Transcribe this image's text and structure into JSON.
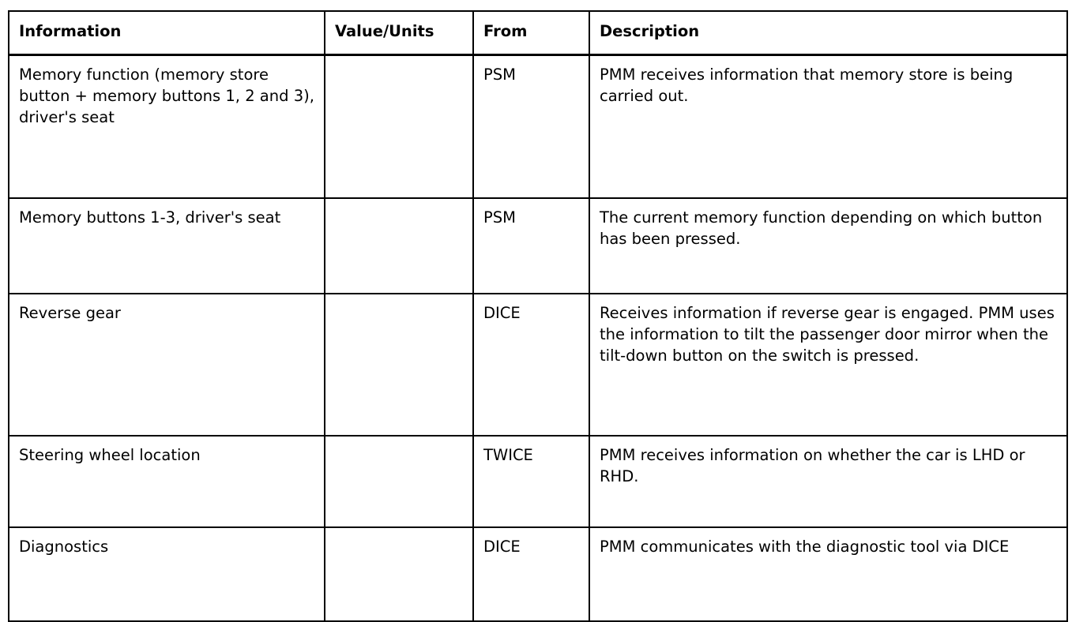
{
  "table": {
    "columns": [
      {
        "key": "information",
        "label": "Information"
      },
      {
        "key": "value_units",
        "label": "Value/Units"
      },
      {
        "key": "from",
        "label": "From"
      },
      {
        "key": "description",
        "label": "Description"
      }
    ],
    "rows": [
      {
        "information": "Memory function (memory store button + memory buttons 1, 2 and 3), driver's seat",
        "value_units": "",
        "from": "PSM",
        "description": "PMM receives information that memory store is being carried out."
      },
      {
        "information": "Memory buttons 1-3, driver's seat",
        "value_units": "",
        "from": "PSM",
        "description": "The current memory function depending on which button has been pressed."
      },
      {
        "information": "Reverse gear",
        "value_units": "",
        "from": "DICE",
        "description": "Receives information if reverse gear is engaged. PMM uses the information to tilt the passenger door mirror when the tilt-down button on the switch is pressed."
      },
      {
        "information": "Steering wheel location",
        "value_units": "",
        "from": "TWICE",
        "description": "PMM receives information on whether the car is LHD or RHD."
      },
      {
        "information": "Diagnostics",
        "value_units": "",
        "from": "DICE",
        "description": "PMM communicates with the diagnostic tool via DICE"
      }
    ]
  },
  "colors": {
    "border": "#000000",
    "text": "#000000",
    "background": "#ffffff"
  }
}
